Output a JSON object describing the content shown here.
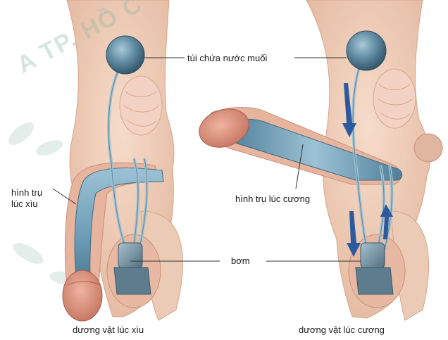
{
  "labels": {
    "reservoir": "túi chứa nước muối",
    "cylinder_flaccid": "hình trụ lúc xìu",
    "cylinder_erect": "hình trụ lúc cương",
    "pump": "bơm",
    "caption_flaccid": "dương vật lúc xìu",
    "caption_erect": "dương vật lúc cương"
  },
  "watermark": "A TP. HỒ C",
  "colors": {
    "skin": "#e9c4ab",
    "skin_dark": "#c98f79",
    "glans": "#d78873",
    "cylinder": "#6f9fb9",
    "reservoir": "#56839a",
    "pump": "#6e8fa2",
    "arrow": "#2d5a9e",
    "leader": "#333333"
  },
  "icons": [
    "reservoir-icon",
    "pump-icon",
    "flow-arrow-icon",
    "leaf-watermark-icon"
  ]
}
